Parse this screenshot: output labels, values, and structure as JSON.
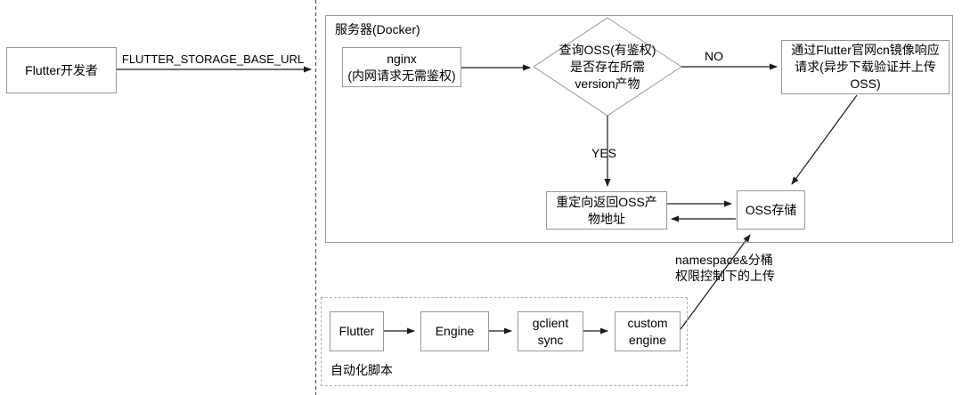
{
  "diagram": {
    "title_hint": "Flutter storage mirror flow",
    "colors": {
      "box_border": "#999999",
      "dashed_border": "#b0b0b0",
      "arrow": "#1a1a1a",
      "text": "#000000",
      "background": "#ffffff"
    },
    "nodes": {
      "developer": {
        "label": "Flutter开发者"
      },
      "nginx": {
        "line1": "nginx",
        "line2": "(内网请求无需鉴权)"
      },
      "decision": {
        "line1": "查询OSS(有鉴权)",
        "line2": "是否存在所需",
        "line3": "version产物"
      },
      "mirror": {
        "line1": "通过Flutter官网cn镜像响应",
        "line2": "请求(异步下载验证并上传",
        "line3": "OSS)"
      },
      "redirect": {
        "line1": "重定向返回OSS产",
        "line2": "物地址"
      },
      "oss": {
        "label": "OSS存储"
      },
      "flutter": {
        "label": "Flutter"
      },
      "engine": {
        "label": "Engine"
      },
      "gclient_sync": {
        "line1": "gclient",
        "line2": "sync"
      },
      "custom_engine": {
        "line1": "custom",
        "line2": "engine"
      }
    },
    "groups": {
      "server": {
        "label": "服务器(Docker)"
      },
      "script": {
        "label": "自动化脚本"
      }
    },
    "edge_labels": {
      "base_url": "FLUTTER_STORAGE_BASE_URL",
      "no": "NO",
      "yes": "YES",
      "upload_line1": "namespace&分桶",
      "upload_line2": "权限控制下的上传"
    }
  }
}
